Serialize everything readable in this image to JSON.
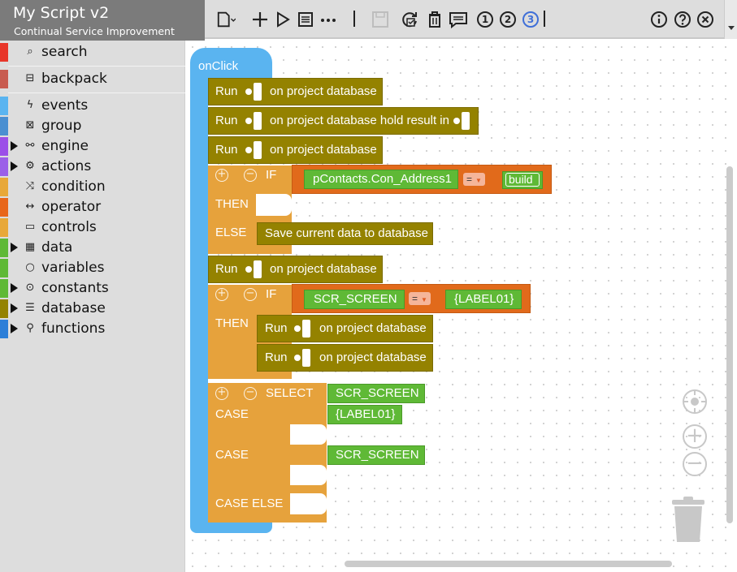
{
  "app": {
    "title": "My Script v2",
    "subtitle": "Continual Service Improvement"
  },
  "toolbar": {
    "icons": [
      "new-document-icon",
      "add-icon",
      "run-icon",
      "list-icon",
      "more-icon",
      "save-icon",
      "refresh-check-icon",
      "delete-icon",
      "comment-icon",
      "step-1-icon",
      "step-2-icon",
      "step-3-icon",
      "info-icon",
      "help-icon",
      "close-icon"
    ],
    "steps": [
      "1",
      "2",
      "3"
    ],
    "active_step": "3",
    "active_color": "#3f6fd8"
  },
  "sidebar": {
    "items": [
      {
        "label": "search",
        "icon": "search-icon",
        "color": "#e8362a",
        "expandable": false
      },
      {
        "label": "backpack",
        "icon": "backpack-icon",
        "color": "#c85c50",
        "expandable": false
      },
      {
        "label": "events",
        "icon": "events-icon",
        "color": "#5ab4f0",
        "expandable": false
      },
      {
        "label": "group",
        "icon": "group-icon",
        "color": "#4a8fd1",
        "expandable": false
      },
      {
        "label": "engine",
        "icon": "engine-icon",
        "color": "#9b4fe8",
        "expandable": true
      },
      {
        "label": "actions",
        "icon": "gear-icon",
        "color": "#9b5fe8",
        "expandable": true
      },
      {
        "label": "condition",
        "icon": "shuffle-icon",
        "color": "#e8a838",
        "expandable": false
      },
      {
        "label": "operator",
        "icon": "arrows-icon",
        "color": "#e8671b",
        "expandable": false
      },
      {
        "label": "controls",
        "icon": "controls-icon",
        "color": "#e8a838",
        "expandable": false
      },
      {
        "label": "data",
        "icon": "table-icon",
        "color": "#5fb936",
        "expandable": true
      },
      {
        "label": "variables",
        "icon": "circle-icon",
        "color": "#5fb936",
        "expandable": false
      },
      {
        "label": "constants",
        "icon": "target-icon",
        "color": "#5fb936",
        "expandable": true
      },
      {
        "label": "database",
        "icon": "database-icon",
        "color": "#948200",
        "expandable": true
      },
      {
        "label": "functions",
        "icon": "wrench-icon",
        "color": "#2d7fd8",
        "expandable": true
      }
    ]
  },
  "workspace": {
    "hat_label": "onClick",
    "run1": {
      "run": "Run",
      "text": "on project database"
    },
    "run2": {
      "run": "Run",
      "text": "on project database hold result in"
    },
    "run3": {
      "run": "Run",
      "text": "on project database"
    },
    "if1": {
      "if": "IF",
      "then": "THEN",
      "else": "ELSE",
      "var": "pContacts.Con_Address1",
      "op": "=",
      "value": "build",
      "else_action": "Save current data to database"
    },
    "run4": {
      "run": "Run",
      "text": "on project database"
    },
    "if2": {
      "if": "IF",
      "then": "THEN",
      "var": "SCR_SCREEN",
      "op": "=",
      "value": "{LABEL01}",
      "then_run1": {
        "run": "Run",
        "text": "on project database"
      },
      "then_run2": {
        "run": "Run",
        "text": "on project database"
      }
    },
    "select": {
      "select": "SELECT",
      "select_var": "SCR_SCREEN",
      "case1": "CASE",
      "case1_value": "{LABEL01}",
      "case2": "CASE",
      "case2_value": "SCR_SCREEN",
      "case_else": "CASE ELSE"
    },
    "colors": {
      "hat": "#5ab4f0",
      "database_block": "#948200",
      "condition_block": "#e6a23c",
      "operator_block": "#e16a1b",
      "variable_block": "#5fb936"
    }
  }
}
